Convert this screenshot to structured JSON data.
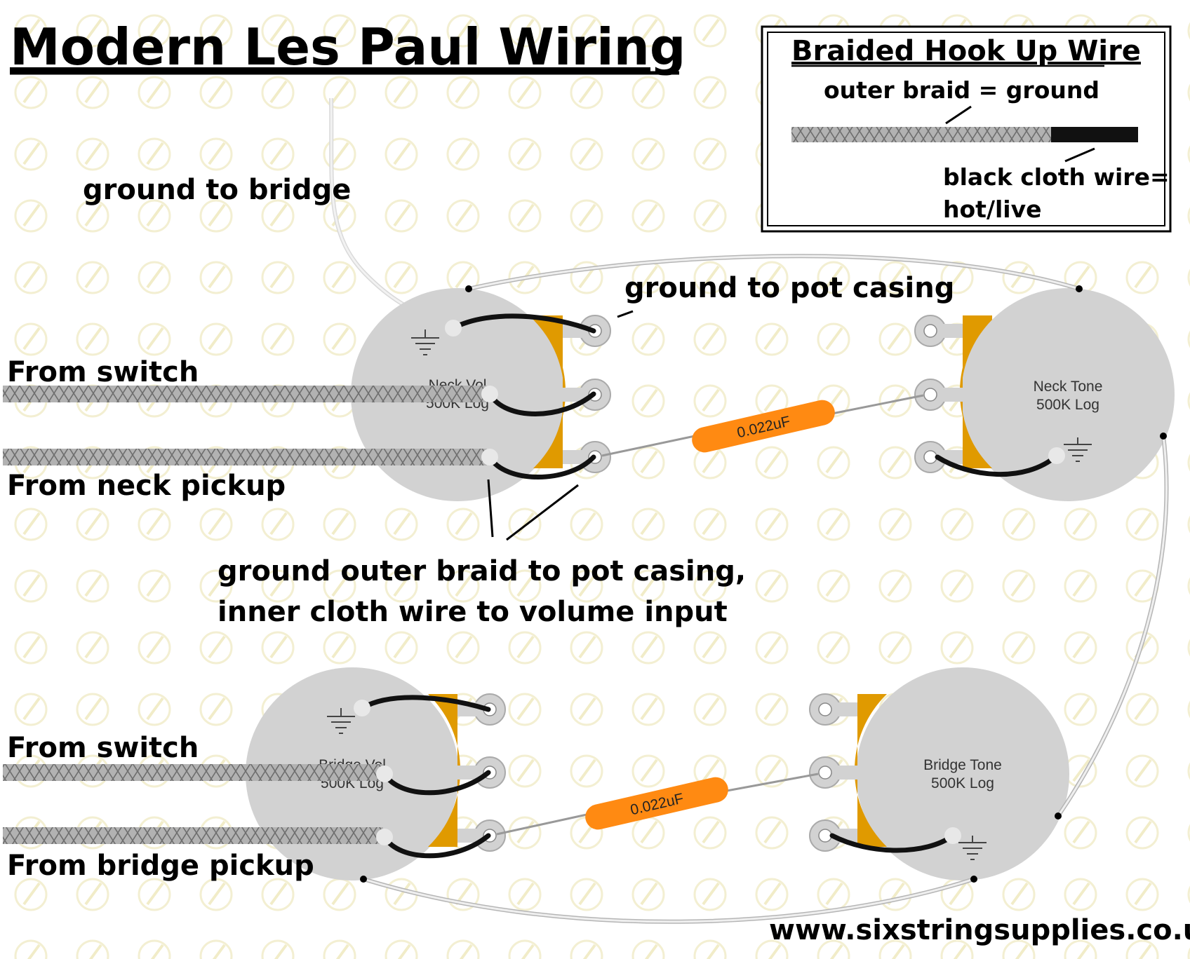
{
  "title": "Modern Les Paul Wiring",
  "legend": {
    "title": "Braided Hook Up Wire",
    "braid_label": "outer braid = ground",
    "cloth_label_1": "black cloth wire=",
    "cloth_label_2": "hot/live"
  },
  "labels": {
    "ground_to_bridge": "ground to bridge",
    "ground_to_pot_casing": "ground to pot casing",
    "from_switch_top": "From switch",
    "from_neck_pickup": "From neck pickup",
    "ground_outer_braid_1": "ground outer braid to pot casing,",
    "ground_outer_braid_2": "inner cloth wire to volume input",
    "from_switch_bottom": "From switch",
    "from_bridge_pickup": "From bridge pickup",
    "website": "www.sixstringsupplies.co.uk"
  },
  "pots": {
    "neck_vol": {
      "name": "Neck Vol",
      "value": "500K Log"
    },
    "neck_tone": {
      "name": "Neck Tone",
      "value": "500K Log"
    },
    "bridge_vol": {
      "name": "Bridge Vol",
      "value": "500K Log"
    },
    "bridge_tone": {
      "name": "Bridge Tone",
      "value": "500K Log"
    }
  },
  "capacitors": {
    "neck": "0.022uF",
    "bridge": "0.022uF"
  },
  "colors": {
    "pot_body": "#d2d2d2",
    "pot_lug_plate": "#e09a00",
    "capacitor": "#ff8a12",
    "ground_wire": "#e6e6e6",
    "cloth_wire": "#111111",
    "braid": "#a8a8a8"
  }
}
